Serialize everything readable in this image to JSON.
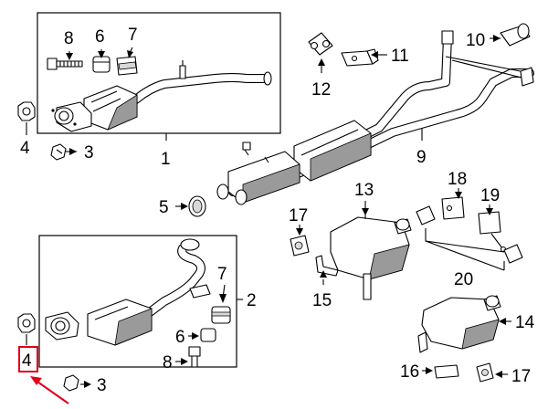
{
  "callouts": {
    "c1": "1",
    "c2": "2",
    "c3a": "3",
    "c3b": "3",
    "c4a": "4",
    "c4b": "4",
    "c5": "5",
    "c6a": "6",
    "c6b": "6",
    "c7a": "7",
    "c7b": "7",
    "c8a": "8",
    "c8b": "8",
    "c9": "9",
    "c10": "10",
    "c11": "11",
    "c12": "12",
    "c13": "13",
    "c14": "14",
    "c15": "15",
    "c16": "16",
    "c17a": "17",
    "c17b": "17",
    "c18": "18",
    "c19": "19",
    "c20": "20"
  },
  "highlight": {
    "color": "#e0001a"
  },
  "colors": {
    "line": "#000000",
    "box": "#000000",
    "shade": "#9a9a9a",
    "light": "#d8d8d8"
  }
}
